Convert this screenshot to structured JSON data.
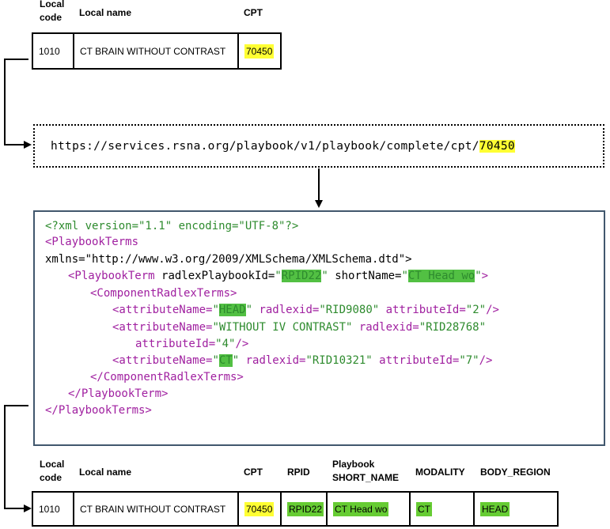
{
  "top_table": {
    "headers": {
      "local_code": [
        "Local",
        "code"
      ],
      "local_name": "Local name",
      "cpt": "CPT"
    },
    "row": {
      "local_code": "1010",
      "local_name": "CT BRAIN WITHOUT CONTRAST",
      "cpt": "70450"
    }
  },
  "url": {
    "prefix": "https://services.rsna.org/playbook/v1/playbook/complete/cpt/",
    "cpt": "70450"
  },
  "xml": {
    "l1": "<?xml version=\"1.1\" encoding=\"UTF-8\"?>",
    "l2": "<PlaybookTerms",
    "l3": "xmlns=\"http://www.w3.org/2009/XMLSchema/XMLSchema.dtd\">",
    "l4a": "<PlaybookTerm ",
    "l4b": "radlexPlaybookId=",
    "l4c": "\"",
    "l4d": "RPID22",
    "l4e": "\" ",
    "l4f": "shortName=",
    "l4g": "\"",
    "l4h": "CT Head wo",
    "l4i": "\"",
    "l4j": ">",
    "l5": "<ComponentRadlexTerms>",
    "l6a": "<attributeName=",
    "l6b": "\"",
    "l6c": "HEAD",
    "l6d": "\" ",
    "l6e": "radlexid=",
    "l6f": "\"RID9080\" ",
    "l6g": "attributeId=",
    "l6h": "\"2\"",
    "l6i": "/>",
    "l7a": "<attributeName=",
    "l7b": "\"WITHOUT IV CONTRAST\" ",
    "l7c": "radlexid=",
    "l7d": "\"RID28768\"",
    "l8a": "attributeId=",
    "l8b": "\"4\"",
    "l8c": "/>",
    "l9a": "<attributeName=",
    "l9b": "\"",
    "l9c": "CT",
    "l9d": "\" ",
    "l9e": "radlexid=",
    "l9f": "\"RID10321\" ",
    "l9g": "attributeId=",
    "l9h": "\"7\"",
    "l9i": "/>",
    "l10": "</ComponentRadlexTerms>",
    "l11": "</PlaybookTerm>",
    "l12": "</PlaybookTerms>"
  },
  "bottom_table": {
    "headers": {
      "local_code": [
        "Local",
        "code"
      ],
      "local_name": "Local name",
      "cpt": "CPT",
      "rpid": "RPID",
      "short_name": [
        "Playbook",
        "SHORT_NAME"
      ],
      "modality": "MODALITY",
      "body_region": "BODY_REGION"
    },
    "row": {
      "local_code": "1010",
      "local_name": "CT BRAIN WITHOUT CONTRAST",
      "cpt": "70450",
      "rpid": "RPID22",
      "short_name": "CT Head wo",
      "modality": "CT",
      "body_region": "HEAD"
    }
  },
  "colors": {
    "cpt_highlight": "#ffff33",
    "green_highlight": "#66cc33",
    "xml_green": "#2e8b2e",
    "xml_purple": "#a020a0",
    "xml_border": "#41576d"
  }
}
